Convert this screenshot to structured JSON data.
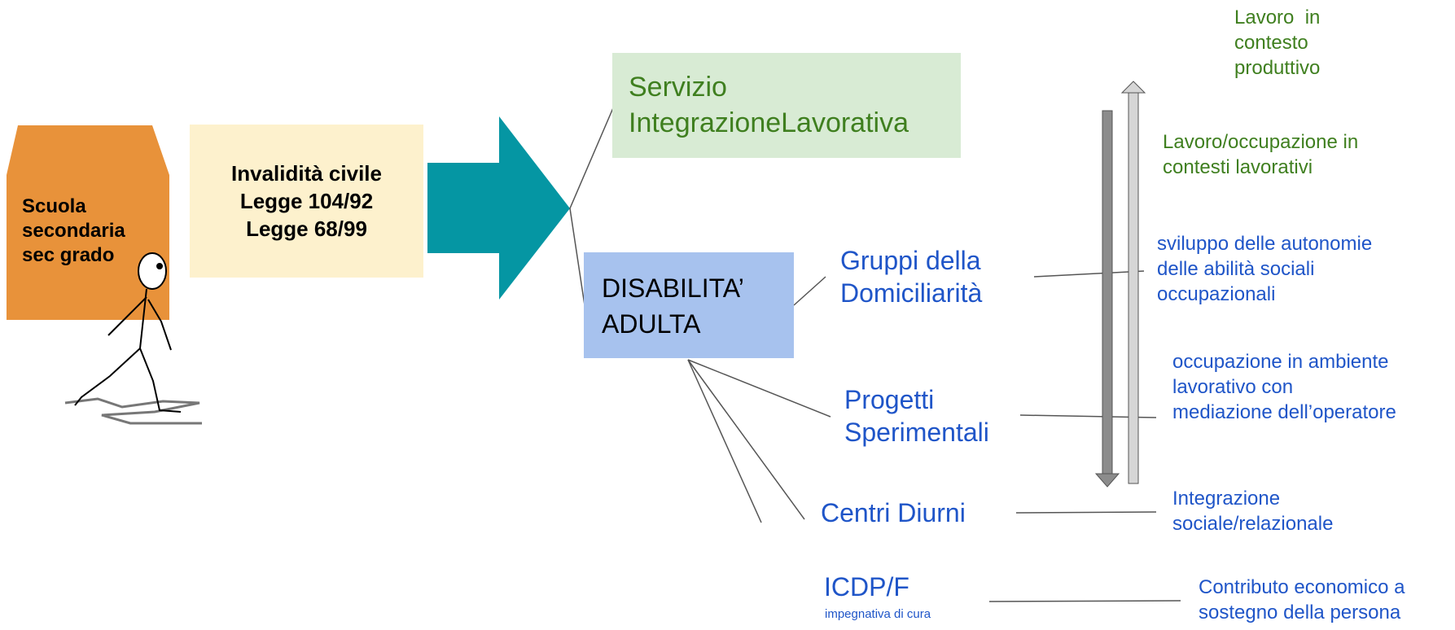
{
  "school": {
    "lines": [
      "Scuola",
      "secondaria",
      "sec grado"
    ]
  },
  "laws": {
    "lines": [
      "Invalidità civile",
      "Legge 104/92",
      "Legge 68/99"
    ]
  },
  "services_top": {
    "lines": [
      "Servizio",
      "IntegrazioneLavorativa"
    ]
  },
  "disability": {
    "lines": [
      "DISABILITA’",
      "ADULTA"
    ]
  },
  "services": [
    {
      "lines": [
        "Gruppi della",
        "Domiciliarità"
      ]
    },
    {
      "lines": [
        "Progetti",
        "Sperimentali"
      ]
    },
    {
      "lines": [
        "Centri Diurni"
      ]
    },
    {
      "lines": [
        "ICDP/F"
      ],
      "note": "impegnativa di cura"
    }
  ],
  "outcomes": [
    {
      "lines": [
        "Lavoro  in",
        "contesto",
        "produttivo"
      ],
      "color": "#3f7f1f"
    },
    {
      "lines": [
        "Lavoro/occupazione in",
        "contesti lavorativi"
      ],
      "color": "#3f7f1f"
    },
    {
      "lines": [
        "sviluppo delle autonomie",
        "delle abilità sociali",
        "occupazionali"
      ],
      "color": "#1f55c8"
    },
    {
      "lines": [
        "occupazione in ambiente",
        "lavorativo con",
        "mediazione dell’operatore"
      ],
      "color": "#1f55c8"
    },
    {
      "lines": [
        "Integrazione",
        "sociale/relazionale"
      ],
      "color": "#1f55c8"
    },
    {
      "lines": [
        "Contributo economico a",
        "sostegno della persona"
      ],
      "color": "#1f55c8"
    }
  ],
  "colors": {
    "school": "#e8923a",
    "laws_bg": "#fdf1cd",
    "arrow": "#0596a3",
    "green_box": "#d8ebd4",
    "blue_box": "#a7c2ee",
    "vertical_arrows": "#8c8c8c"
  }
}
